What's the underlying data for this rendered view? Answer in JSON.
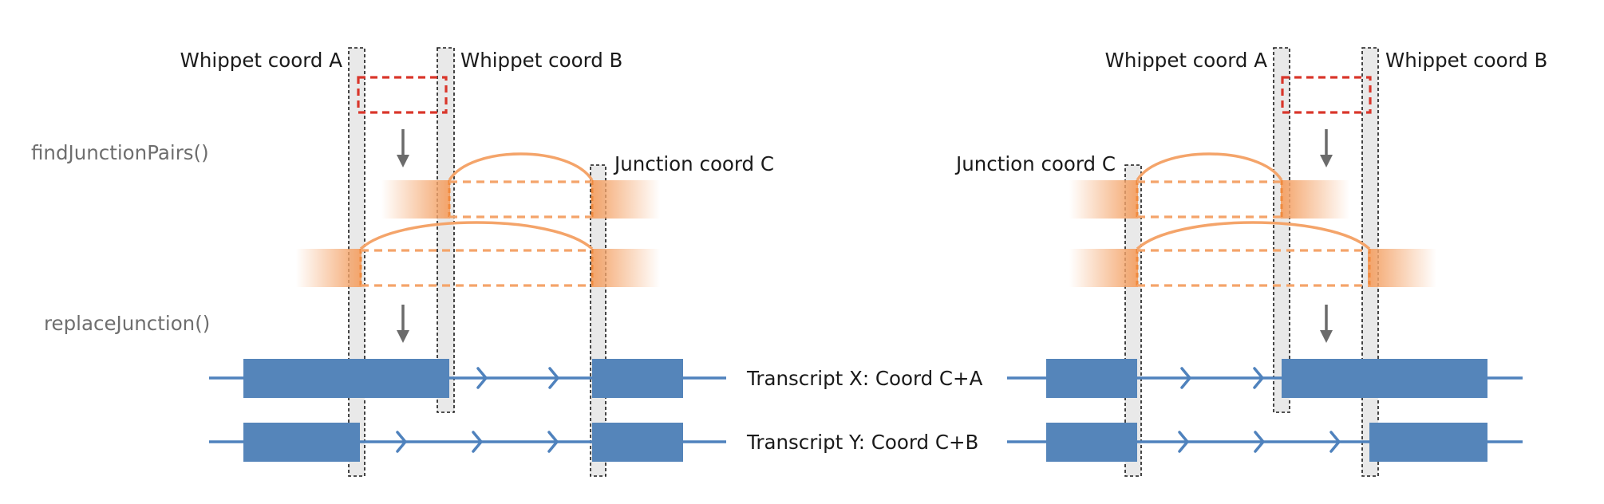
{
  "colors": {
    "exon": "#5585ba",
    "junction": "#f4a46a",
    "whippet_box": "#d9362b",
    "coord_band": "#e9e9e9",
    "function_label": "#6e6e6e"
  },
  "steps": {
    "find": "findJunctionPairs()",
    "replace": "replaceJunction()"
  },
  "left_panel": {
    "coord_a": "Whippet coord A",
    "coord_b": "Whippet coord B",
    "coord_c": "Junction coord C",
    "transcript_x": "Transcript X: Coord C+A",
    "transcript_y": "Transcript Y: Coord C+B"
  },
  "right_panel": {
    "coord_a": "Whippet coord A",
    "coord_b": "Whippet coord B",
    "coord_c": "Junction coord C"
  }
}
